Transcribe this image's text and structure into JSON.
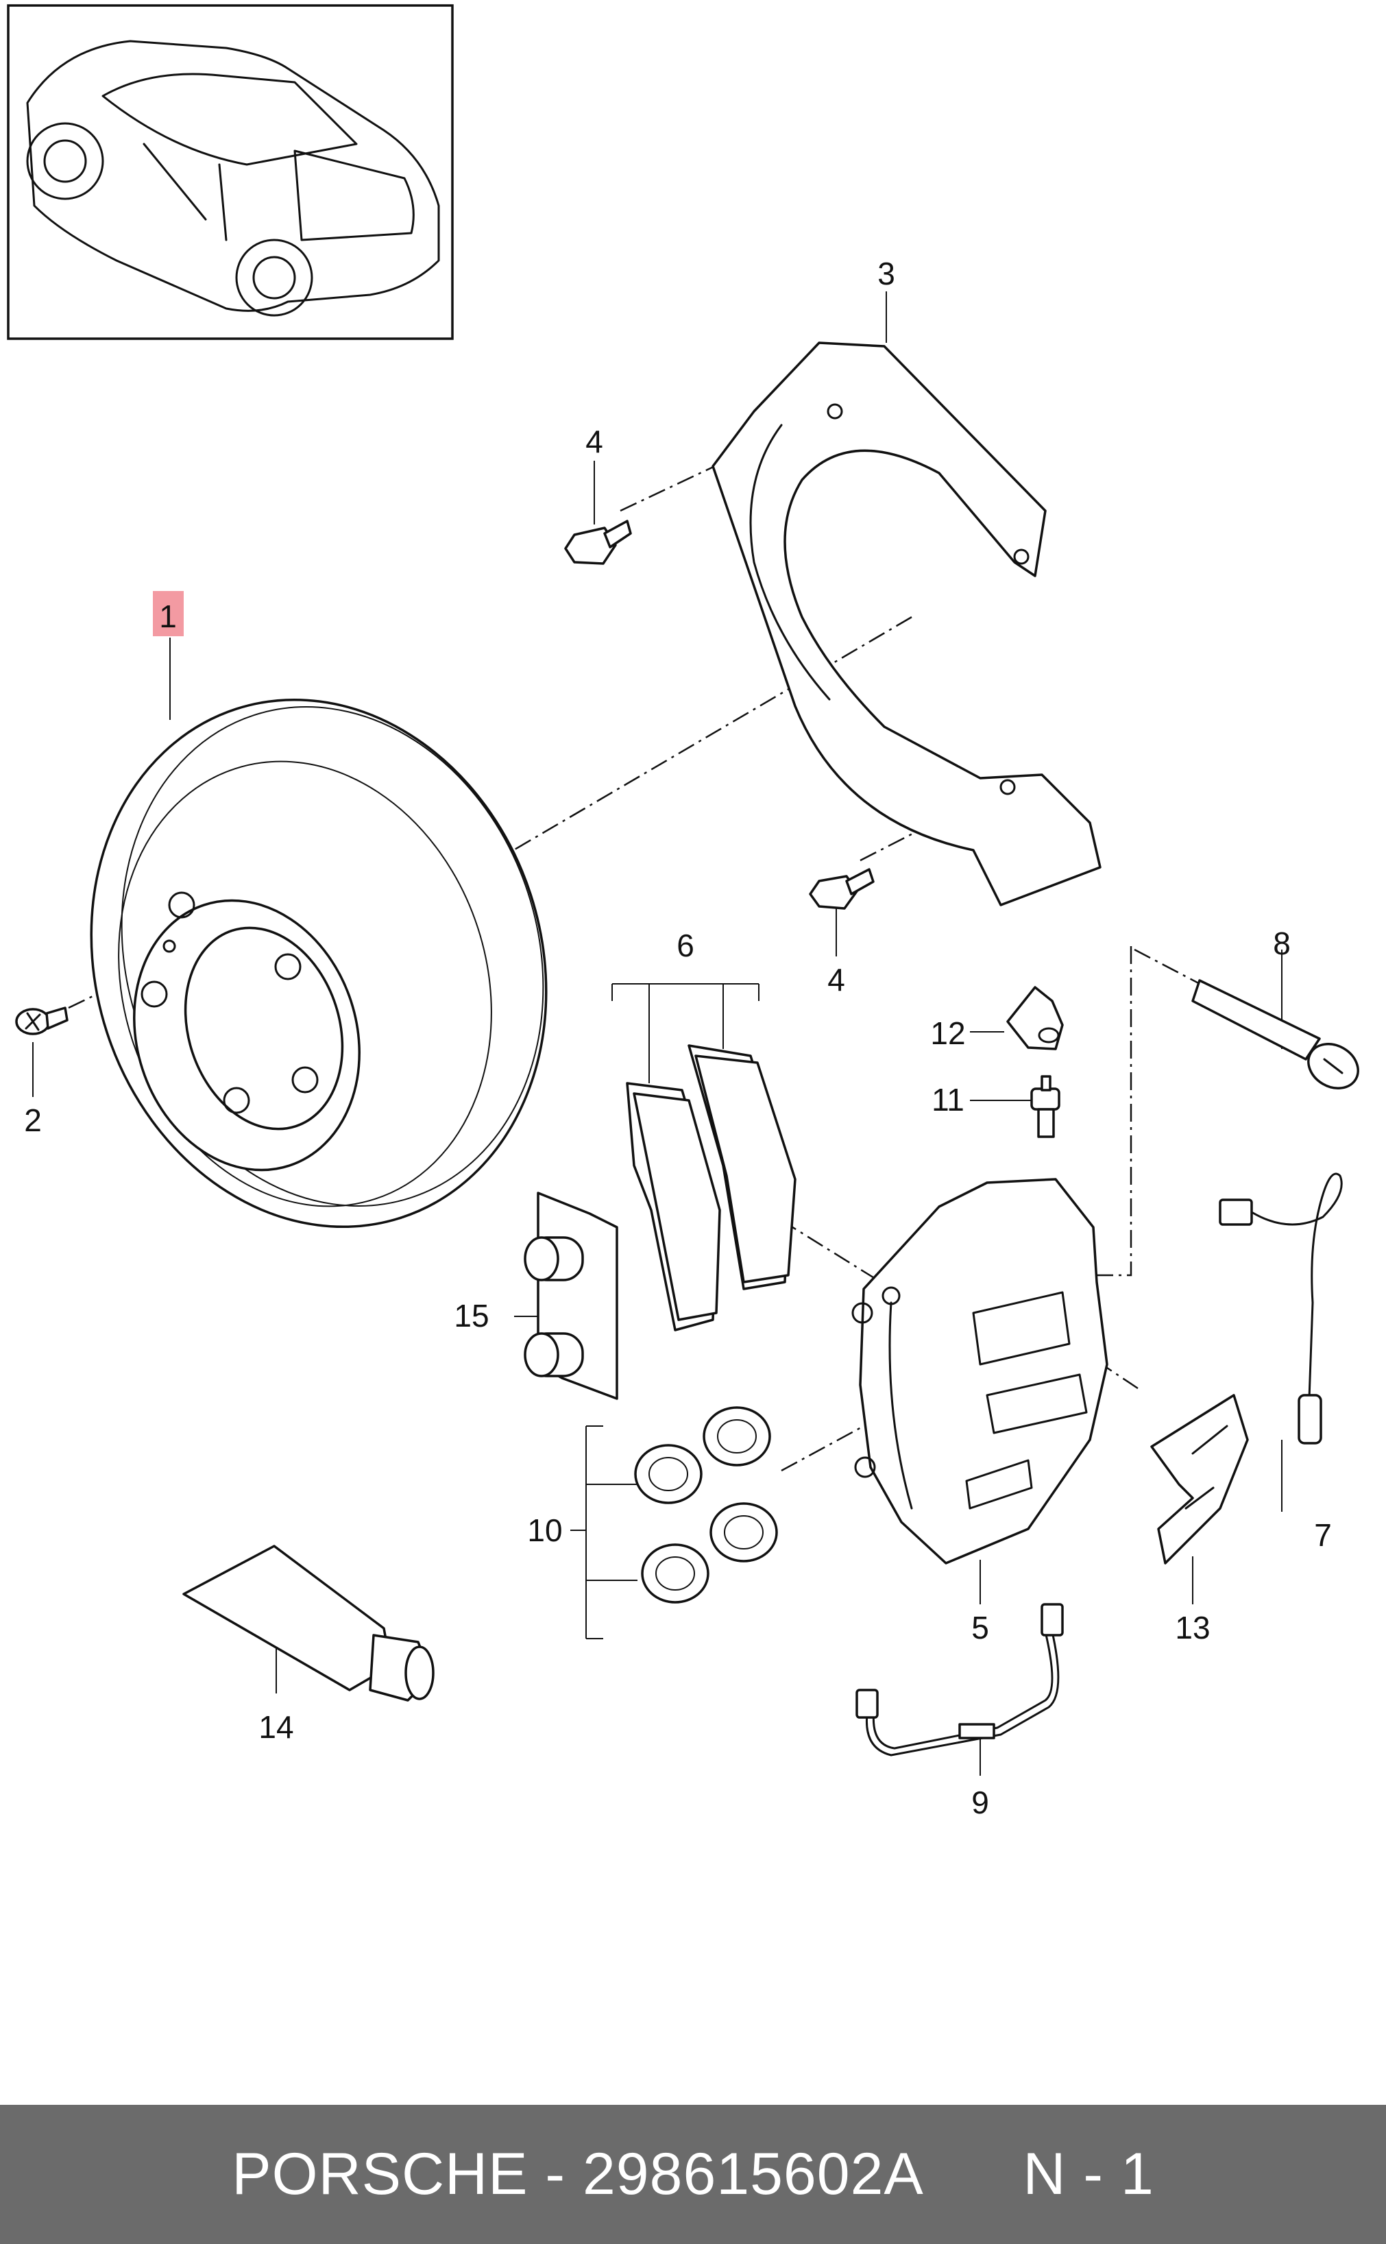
{
  "callouts": {
    "c1": "1",
    "c2": "2",
    "c3": "3",
    "c4a": "4",
    "c4b": "4",
    "c5": "5",
    "c6": "6",
    "c7": "7",
    "c8": "8",
    "c9": "9",
    "c10": "10",
    "c11": "11",
    "c12": "12",
    "c13": "13",
    "c14": "14",
    "c15": "15"
  },
  "footer": {
    "brand": "PORSCHE",
    "separator": " - ",
    "part_number": "298615602A",
    "position": "N - 1"
  },
  "colors": {
    "highlight": "#f39aa2",
    "footer_bg": "#6b6b6b",
    "footer_text": "#ffffff",
    "line": "#111111"
  }
}
